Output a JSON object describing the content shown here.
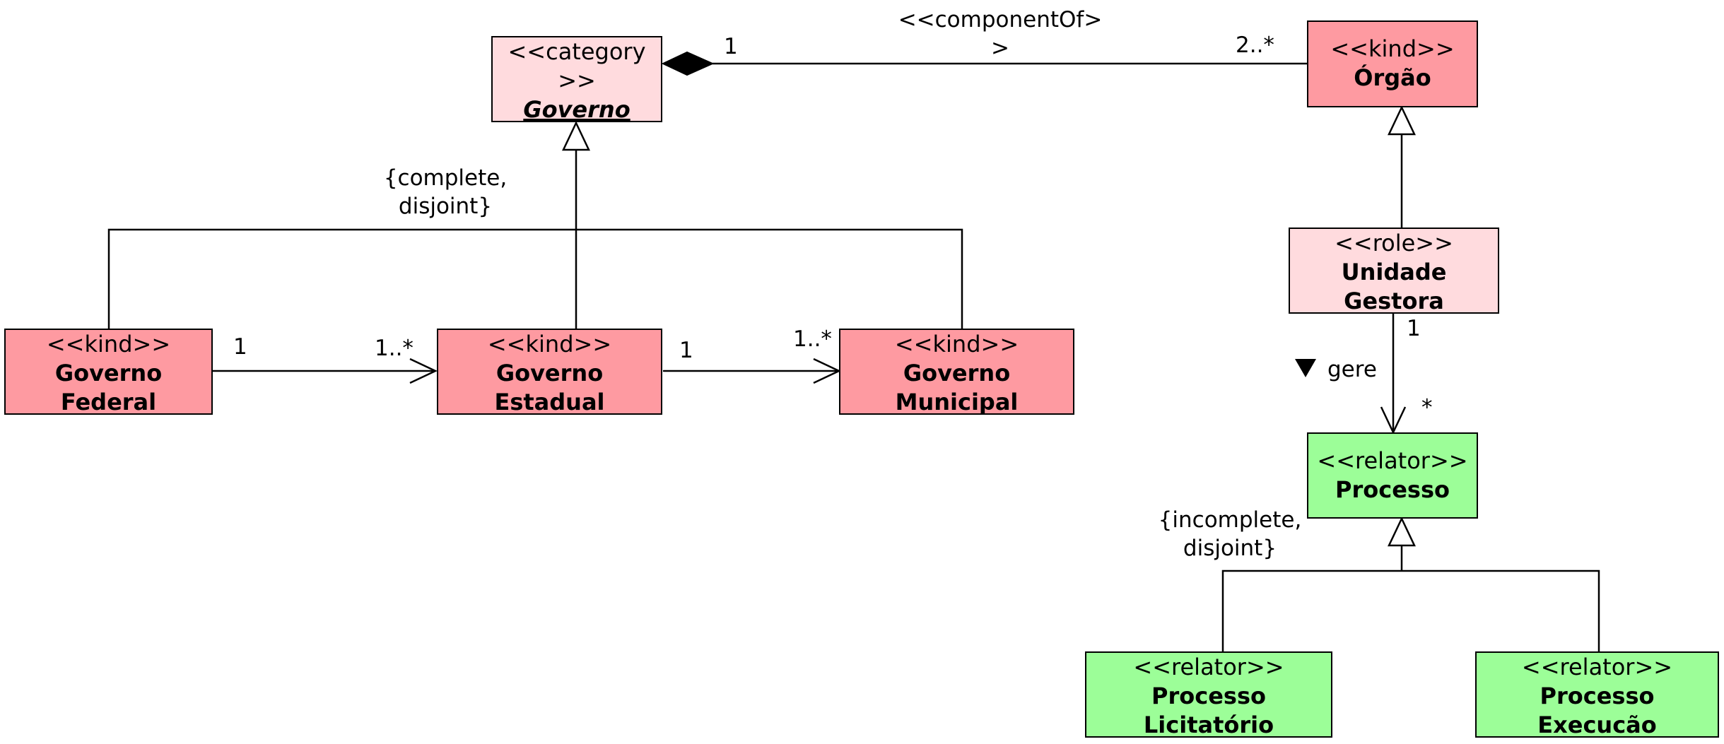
{
  "colors": {
    "kind": "#fe9aa1",
    "category": "#ffdbde",
    "role": "#ffdbde",
    "relator": "#9cfe98",
    "line": "#000000",
    "background": "#ffffff"
  },
  "classes": {
    "governo": {
      "stereotype": "<<category\n>>",
      "name": "Governo"
    },
    "orgao": {
      "stereotype": "<<kind>>",
      "name": "Órgão"
    },
    "unidade_gestora": {
      "stereotype": "<<role>>",
      "name": "Unidade\nGestora"
    },
    "governo_federal": {
      "stereotype": "<<kind>>",
      "name": "Governo\nFederal"
    },
    "governo_estadual": {
      "stereotype": "<<kind>>",
      "name": "Governo\nEstadual"
    },
    "governo_municipal": {
      "stereotype": "<<kind>>",
      "name": "Governo\nMunicipal"
    },
    "processo": {
      "stereotype": "<<relator>>",
      "name": "Processo"
    },
    "processo_licitatorio": {
      "stereotype": "<<relator>>",
      "name": "Processo\nLicitatório"
    },
    "processo_execucao": {
      "stereotype": "<<relator>>",
      "name": "Processo\nExecucão"
    }
  },
  "associations": {
    "component_of": {
      "label": "<<componentOf>\n>",
      "source_multiplicity": "1",
      "target_multiplicity": "2..*"
    },
    "federal_estadual": {
      "source_multiplicity": "1",
      "target_multiplicity": "1..*"
    },
    "estadual_municipal": {
      "source_multiplicity": "1",
      "target_multiplicity": "1..*"
    },
    "gere": {
      "label": "gere",
      "source_multiplicity": "1",
      "target_multiplicity": "*"
    }
  },
  "generalization_sets": {
    "governo_set": {
      "constraint": "{complete,\ndisjoint}"
    },
    "processo_set": {
      "constraint": "{incomplete,\ndisjoint}"
    }
  }
}
